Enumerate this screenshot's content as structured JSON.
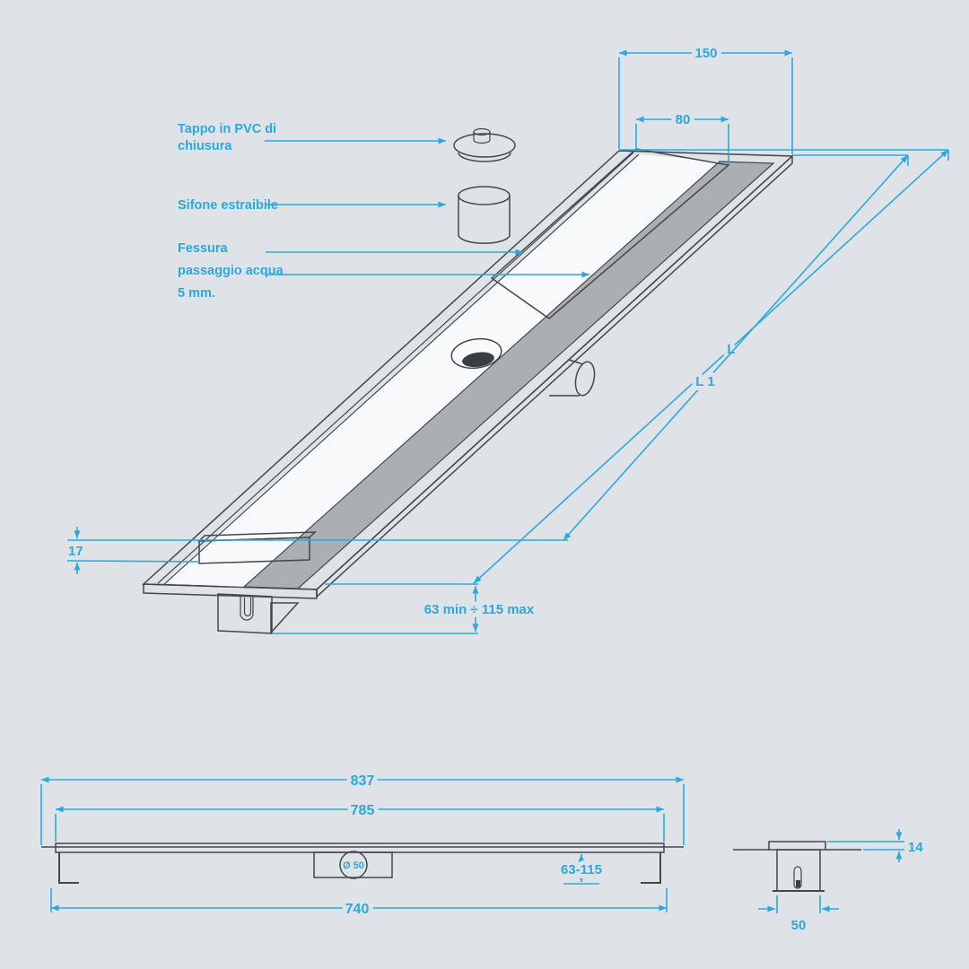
{
  "diagram_title": "linear-shower-drain-technical-drawing",
  "colors": {
    "background": "#dfe2e6",
    "accent_blue": "#2aa9e0",
    "line_dark": "#44474c",
    "shade_gray": "#abaeb3",
    "surface_white": "#fbfbfc"
  },
  "annotations": {
    "tappo": {
      "line1": "Tappo in PVC di",
      "line2": "chiusura"
    },
    "sifone": {
      "label": "Sifone estraibile"
    },
    "fessura": {
      "line1": "Fessura",
      "line2": "passaggio acqua",
      "line3": "5 mm."
    }
  },
  "dimensions": {
    "iso": {
      "outer_width": "150",
      "inner_width": "80",
      "total_length": "L",
      "inner_length": "L 1",
      "grate_height": "17",
      "depth_range": "63 min ÷ 115 max"
    },
    "front": {
      "total_length": "837",
      "body_length": "785",
      "base_length": "740",
      "drain_diameter": "Ø 50",
      "depth_range": "63-115"
    },
    "side": {
      "edge_height": "14",
      "trap_width": "50"
    }
  }
}
